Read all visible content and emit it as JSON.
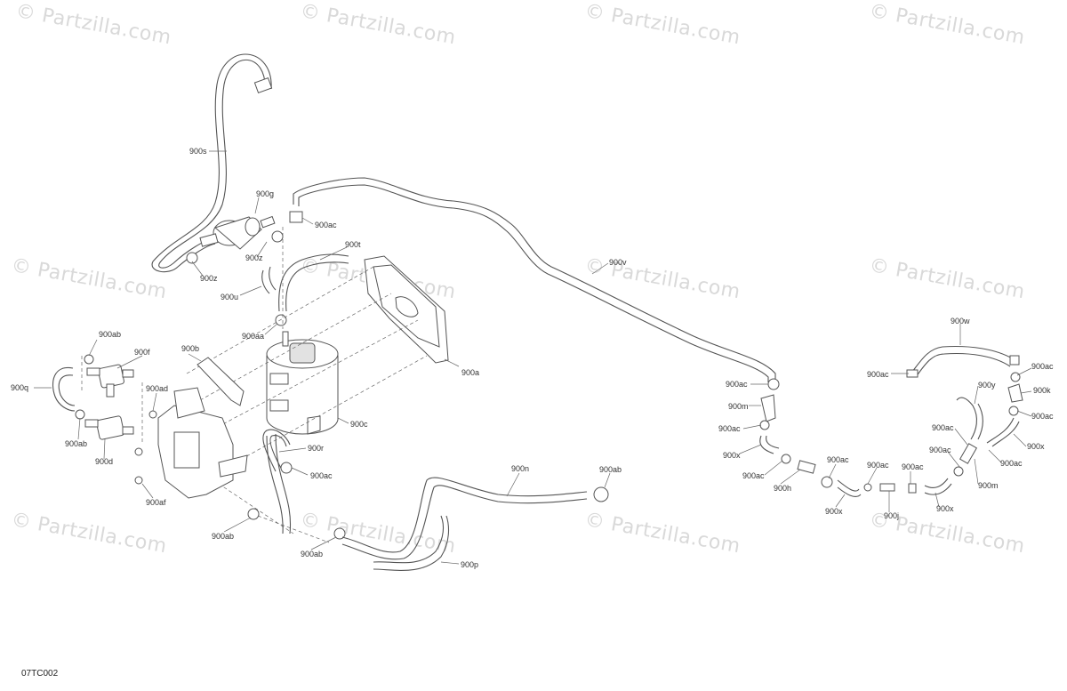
{
  "watermark": "© Partzilla.com",
  "diagram_code": "07TC002",
  "callouts": [
    "900s",
    "900g",
    "900ac",
    "900t",
    "900z",
    "900z",
    "900u",
    "900aa",
    "900ab",
    "900f",
    "900b",
    "900a",
    "900q",
    "900ad",
    "900ab",
    "900d",
    "900c",
    "900r",
    "900ac",
    "900af",
    "900ab",
    "900ab",
    "900n",
    "900ab",
    "900p",
    "900v",
    "900ac",
    "900m",
    "900ac",
    "900x",
    "900ac",
    "900h",
    "900ac",
    "900x",
    "900ac",
    "900j",
    "900ac",
    "900x",
    "900w",
    "900ac",
    "900ac",
    "900y",
    "900k",
    "900ac",
    "900ac",
    "900x",
    "900ac",
    "900ac",
    "900m"
  ]
}
